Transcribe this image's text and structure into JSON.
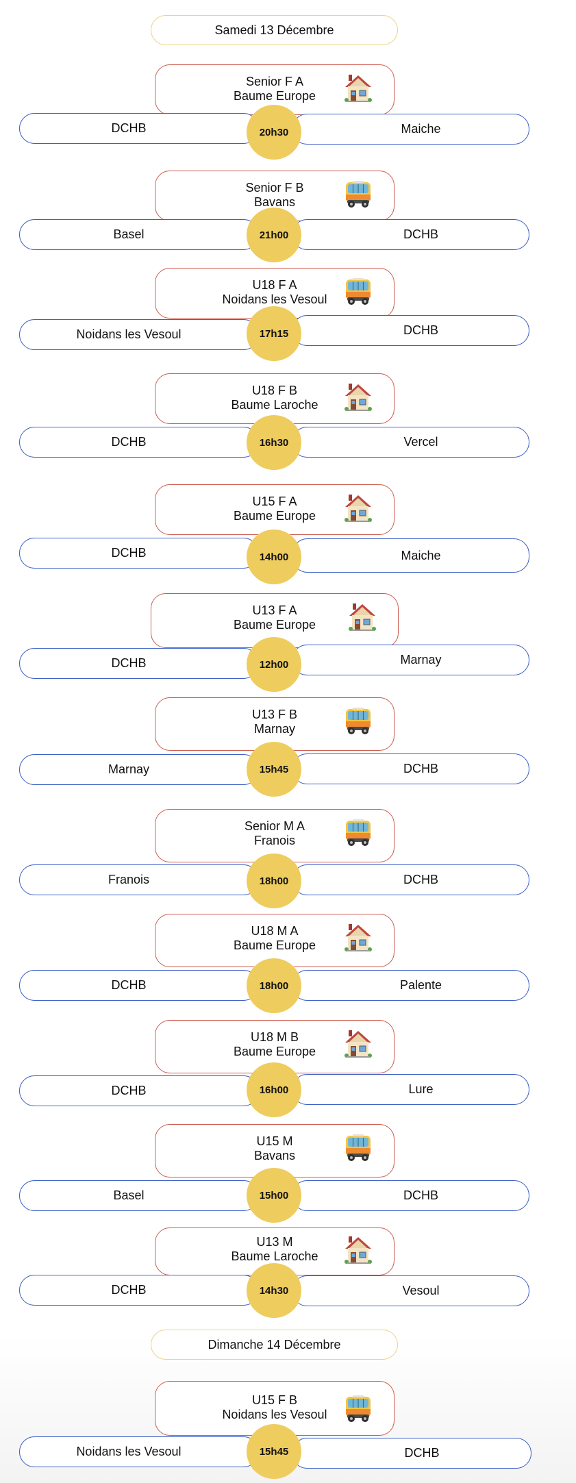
{
  "colors": {
    "date_border": "#EFD27A",
    "card_border": "#CC5A4E",
    "team_border": "#3E60C4",
    "time_fill": "#EECC5E"
  },
  "days": [
    {
      "label": "Samedi 13 Décembre"
    },
    {
      "label": "Dimanche 14 Décembre"
    }
  ],
  "matches": [
    {
      "category": "Senior F A",
      "venue": "Baume Europe",
      "icon": "house-icon",
      "home": "DCHB",
      "away": "Maiche",
      "time": "20h30"
    },
    {
      "category": "Senior F B",
      "venue": "Bavans",
      "icon": "bus-icon",
      "home": "Basel",
      "away": "DCHB",
      "time": "21h00"
    },
    {
      "category": "U18 F A",
      "venue": "Noidans les Vesoul",
      "icon": "bus-icon",
      "home": "Noidans les Vesoul",
      "away": "DCHB",
      "time": "17h15"
    },
    {
      "category": "U18 F B",
      "venue": "Baume Laroche",
      "icon": "house-icon",
      "home": "DCHB",
      "away": "Vercel",
      "time": "16h30"
    },
    {
      "category": "U15 F A",
      "venue": "Baume Europe",
      "icon": "house-icon",
      "home": "DCHB",
      "away": "Maiche",
      "time": "14h00"
    },
    {
      "category": "U13 F A",
      "venue": "Baume Europe",
      "icon": "house-icon",
      "home": "DCHB",
      "away": "Marnay",
      "time": "12h00"
    },
    {
      "category": "U13 F B",
      "venue": "Marnay",
      "icon": "bus-icon",
      "home": "Marnay",
      "away": "DCHB",
      "time": "15h45"
    },
    {
      "category": "Senior M A",
      "venue": "Franois",
      "icon": "bus-icon",
      "home": "Franois",
      "away": "DCHB",
      "time": "18h00"
    },
    {
      "category": "U18 M A",
      "venue": "Baume Europe",
      "icon": "house-icon",
      "home": "DCHB",
      "away": "Palente",
      "time": "18h00"
    },
    {
      "category": "U18 M B",
      "venue": "Baume Europe",
      "icon": "house-icon",
      "home": "DCHB",
      "away": "Lure",
      "time": "16h00"
    },
    {
      "category": "U15 M",
      "venue": "Bavans",
      "icon": "bus-icon",
      "home": "Basel",
      "away": "DCHB",
      "time": "15h00"
    },
    {
      "category": "U13 M",
      "venue": "Baume Laroche",
      "icon": "house-icon",
      "home": "DCHB",
      "away": "Vesoul",
      "time": "14h30"
    },
    {
      "category": "U15 F B",
      "venue": "Noidans les Vesoul",
      "icon": "bus-icon",
      "home": "Noidans les Vesoul",
      "away": "DCHB",
      "time": "15h45"
    }
  ]
}
